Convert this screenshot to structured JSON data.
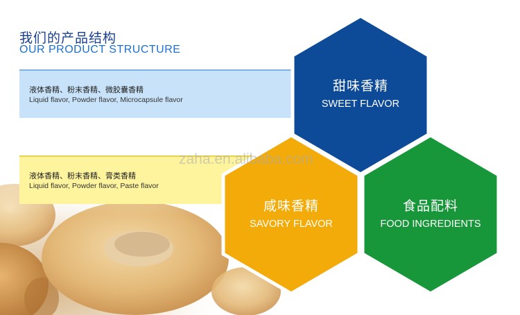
{
  "header": {
    "title_cn": "我们的产品结构",
    "title_en": "OUR PRODUCT STRUCTURE"
  },
  "sweet_info": {
    "cn": "液体香精、粉末香精、微胶囊香精",
    "en": "Liquid flavor, Powder flavor, Microcapsule flavor"
  },
  "savory_info": {
    "cn": "液体香精、粉末香精、膏类香精",
    "en": "Liquid flavor, Powder flavor, Paste flavor"
  },
  "watermark": "zaha.en.alibaba.com",
  "hexagons": {
    "sweet": {
      "cn": "甜味香精",
      "en": "SWEET FLAVOR",
      "color": "#0d4a97"
    },
    "savory": {
      "cn": "咸味香精",
      "en": "SAVORY  FLAVOR",
      "color": "#f3ab0a"
    },
    "food": {
      "cn": "食品配料",
      "en": "FOOD INGREDIENTS",
      "color": "#17973a"
    }
  },
  "colors": {
    "title_cn": "#1a3f8f",
    "title_en": "#1a6fd0",
    "sweet_box": "#c8e3f9",
    "savory_box": "#fff49e",
    "hex_border": "#ffffff"
  }
}
